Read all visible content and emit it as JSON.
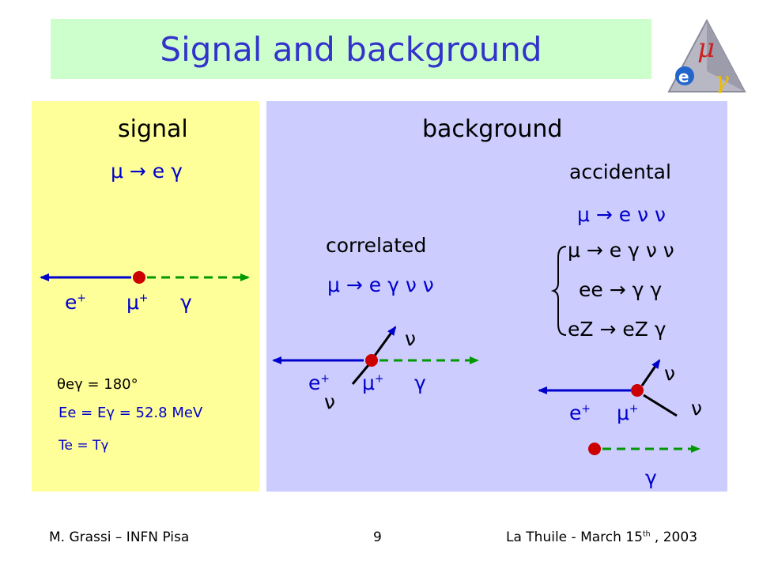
{
  "title": "Signal and background",
  "signal": {
    "heading": "signal",
    "process": "μ → e γ",
    "labels": {
      "e": "e",
      "e_sup": "+",
      "mu": "μ",
      "mu_sup": "+",
      "gamma": "γ"
    },
    "angle": "θeγ = 180°",
    "energy": "Ee = Eγ = 52.8 MeV",
    "time": "Te = Tγ"
  },
  "background": {
    "heading": "background",
    "correlated": {
      "heading": "correlated",
      "process": "μ → e γ ν ν",
      "labels": {
        "e": "e",
        "e_sup": "+",
        "mu": "μ",
        "mu_sup": "+",
        "gamma": "γ",
        "nu1": "ν",
        "nu2": "ν"
      }
    },
    "accidental": {
      "heading": "accidental",
      "process": "μ → e ν ν",
      "list": [
        "μ → e γ ν ν",
        "ee → γ γ",
        "eZ → eZ γ"
      ],
      "labels": {
        "e": "e",
        "e_sup": "+",
        "mu": "μ",
        "mu_sup": "+",
        "gamma": "γ",
        "nu1": "ν",
        "nu2": "ν"
      }
    }
  },
  "logo": {
    "mu": "μ",
    "e": "e",
    "gamma": "γ"
  },
  "footer": {
    "left": "M. Grassi – INFN Pisa",
    "page": "9",
    "right_pre": "La Thuile -  March 15",
    "right_sup": "th",
    "right_post": " , 2003"
  },
  "colors": {
    "title_bg": "#ccffcc",
    "title_text": "#3333cc",
    "signal_bg": "#ffff99",
    "background_bg": "#ccccff",
    "electron_line": "#0000cc",
    "photon_line": "#009900",
    "vertex": "#cc0000"
  }
}
